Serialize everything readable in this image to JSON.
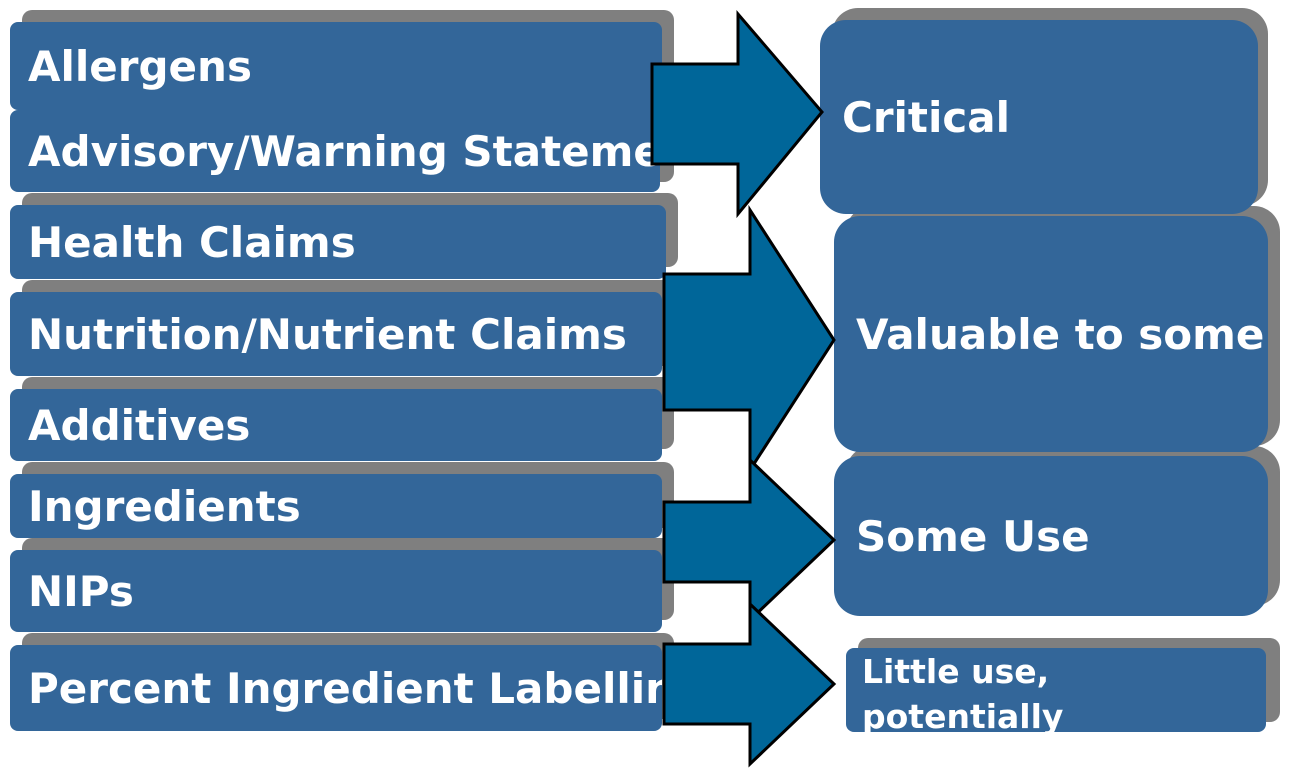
{
  "left_items": [
    {
      "label": "Allergens"
    },
    {
      "label": "Advisory/Warning Statements"
    },
    {
      "label": "Health Claims"
    },
    {
      "label": "Nutrition/Nutrient Claims"
    },
    {
      "label": "Additives"
    },
    {
      "label": "Ingredients"
    },
    {
      "label": "NIPs"
    },
    {
      "label": "Percent Ingredient Labelling"
    }
  ],
  "right_items": [
    {
      "label": "Critical"
    },
    {
      "label": "Valuable to some"
    },
    {
      "label": "Some Use"
    },
    {
      "label_line1": "Little use,",
      "label_line2": "potentially misleading"
    }
  ],
  "colors": {
    "box": "#336699",
    "arrow": "#006699",
    "shadow": "#7f7f7f",
    "text": "#ffffff"
  }
}
